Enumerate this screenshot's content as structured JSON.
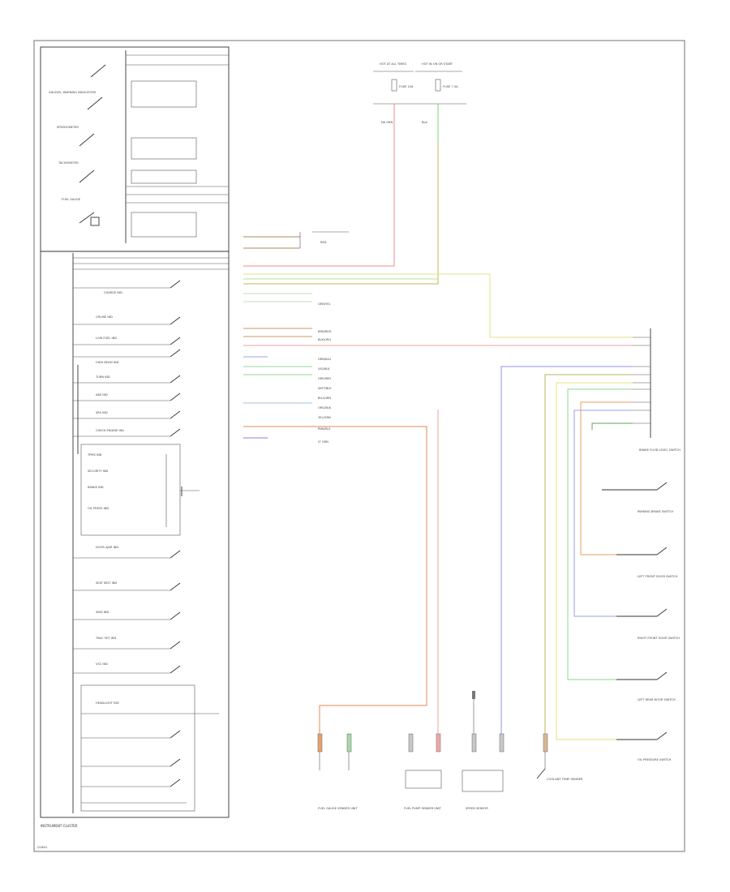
{
  "cluster": {
    "title": "INSTRUMENT CLUSTER",
    "sections": [
      "GAUGES, WARNING INDICATORS",
      "SPEEDOMETER",
      "TACHOMETER",
      "FUEL GAUGE"
    ],
    "indicators": [
      "CHARGE IND",
      "CRUISE IND",
      "LOW FUEL IND",
      "HIGH BEAM IND",
      "TURN IND",
      "ABS IND",
      "SRS IND",
      "CHECK ENGINE IND",
      "TPMS IND",
      "SECURITY IND",
      "BRAKE IND",
      "OIL PRESS IND",
      "DOOR AJAR IND",
      "SEAT BELT IND",
      "4WD IND",
      "TRAC OFF IND",
      "VSC IND",
      "HEADLIGHT IND"
    ]
  },
  "top_sources": [
    {
      "label": "HOT AT ALL TIMES",
      "fuse": "FUSE 10A"
    },
    {
      "label": "HOT IN ON OR START",
      "fuse": "FUSE 7.5A"
    }
  ],
  "wire_labels": [
    "RED",
    "GRN/YEL",
    "BRN/RED",
    "BLK/ORG",
    "GRN/BLU",
    "VIO/BLK",
    "GRY/RED",
    "WHT/BLK",
    "BLU/GRN",
    "ORG/BLK",
    "YEL/GRN",
    "PNK/BLU",
    "LT GRN",
    "DK GRN",
    "BLK"
  ],
  "right_switches": [
    "BRAKE FLUID LEVEL SWITCH",
    "PARKING BRAKE SWITCH",
    "LEFT FRONT DOOR SWITCH",
    "RIGHT FRONT DOOR SWITCH",
    "LEFT REAR DOOR SWITCH",
    "OIL PRESSURE SWITCH"
  ],
  "bottom_components": [
    "FUEL GAUGE SENDER UNIT",
    "FUEL PUMP SENDER UNIT",
    "SPEED SENSOR",
    "COOLANT TEMP SENDER"
  ],
  "footer_id": "G1844"
}
